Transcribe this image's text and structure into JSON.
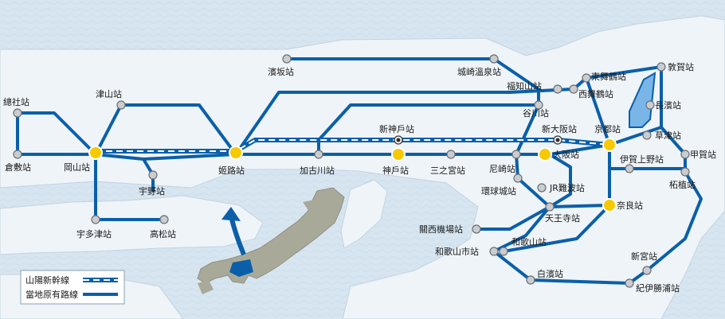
{
  "legend": {
    "shinkansen_label": "山陽新幹線",
    "local_label": "當地原有路線"
  },
  "colors": {
    "sea": "#dbe8f2",
    "land": "#eef4f8",
    "line": "#0b5fa8",
    "station_major": "#f6c900",
    "station_minor": "#c9ccd0",
    "lake": "#7ab5e8"
  },
  "stations": {
    "sojashi": "總社站",
    "kurashiki": "倉敷站",
    "tsuyama": "津山站",
    "okayama": "岡山站",
    "uno": "宇野站",
    "udatsu": "宇多津站",
    "takamatsu": "高松站",
    "himeji": "姬路站",
    "hamasaka": "濱坂站",
    "kakogawa": "加古川站",
    "shinkobe": "新神戶站",
    "kobe": "神戶站",
    "sannomiya": "三之宮站",
    "kinosakionsen": "城崎溫泉站",
    "fukuchiyama": "福知山站",
    "tanigawa": "谷川站",
    "amagasaki": "尼崎站",
    "kanjojo": "環球城站",
    "shinosaka": "新大阪站",
    "osaka": "大阪站",
    "jrnamba": "JR難波站",
    "tennoji": "天王寺站",
    "kansaiairport": "關西機場站",
    "wakayama": "和歌山站",
    "wakayamashi": "和歌山市站",
    "shirahama": "白濱站",
    "kyoto": "京都站",
    "nara": "奈良站",
    "higashimaizuru": "東舞鶴站",
    "nishimaizuru": "西舞鶴站",
    "tsuruga": "敦賀站",
    "nagahama": "長濱站",
    "kusatsu": "草津站",
    "igaueno": "伊賀上野站",
    "koka": "甲賀站",
    "tsuge": "柘植站",
    "shingu": "新宮站",
    "kiikatsuura": "紀伊勝浦站"
  }
}
